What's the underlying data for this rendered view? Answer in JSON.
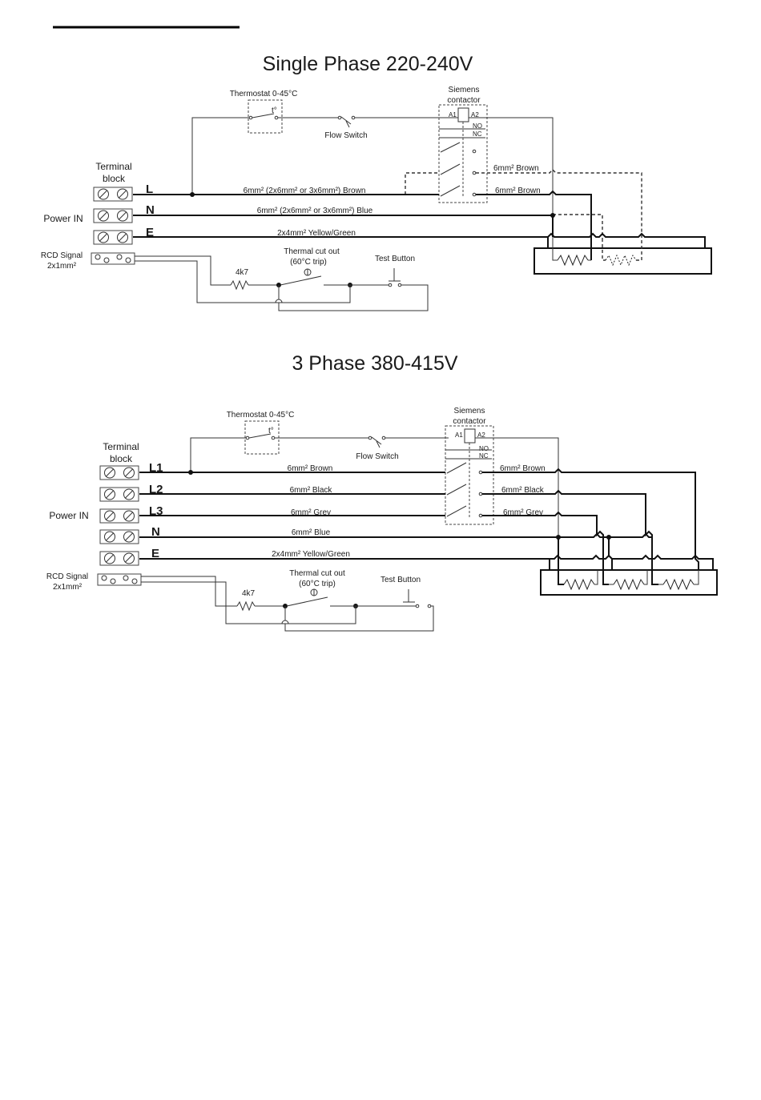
{
  "single_phase": {
    "title": "Single Phase 220-240V",
    "thermostat": "Thermostat 0-45°C",
    "thermostat_symbol": "t°",
    "flow_switch": "Flow Switch",
    "contactor_line1": "Siemens",
    "contactor_line2": "contactor",
    "coil_a1": "A1",
    "coil_a2": "A2",
    "no": "NO",
    "nc": "NC",
    "terminal_line1": "Terminal",
    "terminal_line2": "block",
    "power_in": "Power IN",
    "rcd_line1": "RCD Signal",
    "rcd_line2": "2x1mm²",
    "term_l": "L",
    "term_n": "N",
    "term_e": "E",
    "wire_l": "6mm² (2x6mm² or 3x6mm²) Brown",
    "wire_n": "6mm² (2x6mm² or 3x6mm²) Blue",
    "wire_e": "2x4mm² Yellow/Green",
    "out_upper": "6mm² Brown",
    "out_lower": "6mm² Brown",
    "resistor": "4k7",
    "thermal_line1": "Thermal cut out",
    "thermal_line2": "(60°C trip)",
    "test_button": "Test Button"
  },
  "three_phase": {
    "title": "3 Phase 380-415V",
    "thermostat": "Thermostat 0-45°C",
    "thermostat_symbol": "t°",
    "flow_switch": "Flow Switch",
    "contactor_line1": "Siemens",
    "contactor_line2": "contactor",
    "coil_a1": "A1",
    "coil_a2": "A2",
    "no": "NO",
    "nc": "NC",
    "terminal_line1": "Terminal",
    "terminal_line2": "block",
    "power_in": "Power IN",
    "rcd_line1": "RCD Signal",
    "rcd_line2": "2x1mm²",
    "term_l1": "L1",
    "term_l2": "L2",
    "term_l3": "L3",
    "term_n": "N",
    "term_e": "E",
    "wire_l1": "6mm² Brown",
    "wire_l2": "6mm² Black",
    "wire_l3": "6mm² Grey",
    "wire_n": "6mm² Blue",
    "wire_e": "2x4mm² Yellow/Green",
    "out_l1": "6mm² Brown",
    "out_l2": "6mm² Black",
    "out_l3": "6mm² Grey",
    "resistor": "4k7",
    "thermal_line1": "Thermal cut out",
    "thermal_line2": "(60°C trip)",
    "test_button": "Test Button"
  }
}
